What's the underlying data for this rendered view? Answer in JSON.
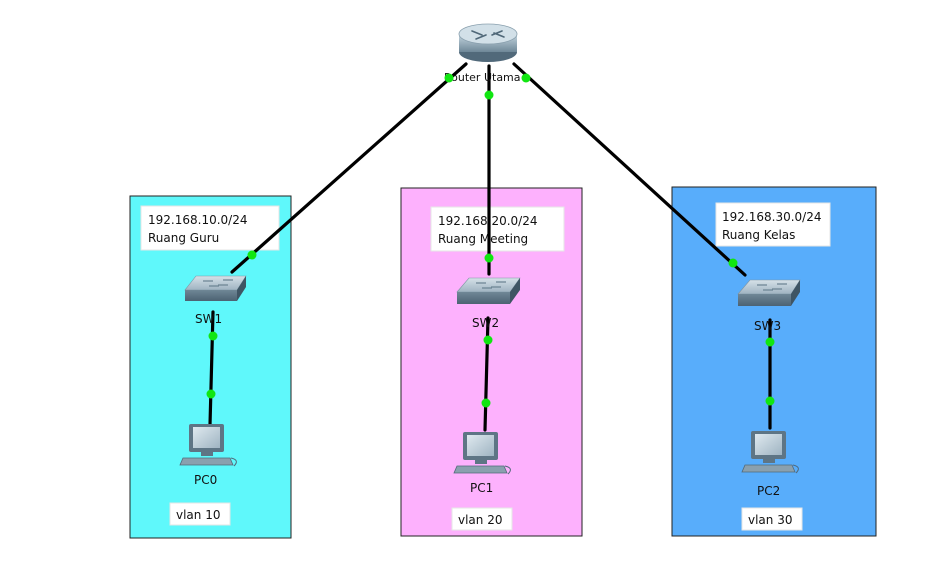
{
  "router": {
    "label": "Router Utama"
  },
  "zones": [
    {
      "note_line1": "192.168.10.0/24",
      "note_line2": "Ruang Guru",
      "switch_label": "SW1",
      "pc_label": "PC0",
      "vlan_label": "vlan 10",
      "color": "#5ff8fb"
    },
    {
      "note_line1": "192.168.20.0/24",
      "note_line2": "Ruang Meeting",
      "switch_label": "SW2",
      "pc_label": "PC1",
      "vlan_label": "vlan 20",
      "color": "#fdb1fd"
    },
    {
      "note_line1": "192.168.30.0/24",
      "note_line2": "Ruang Kelas",
      "switch_label": "SW3",
      "pc_label": "PC2",
      "vlan_label": "vlan 30",
      "color": "#58adfb"
    }
  ],
  "colors": {
    "link": "#000000",
    "port": "#11e611"
  },
  "icons": {
    "router": "router-icon",
    "switch": "switch-icon",
    "pc": "pc-icon"
  }
}
